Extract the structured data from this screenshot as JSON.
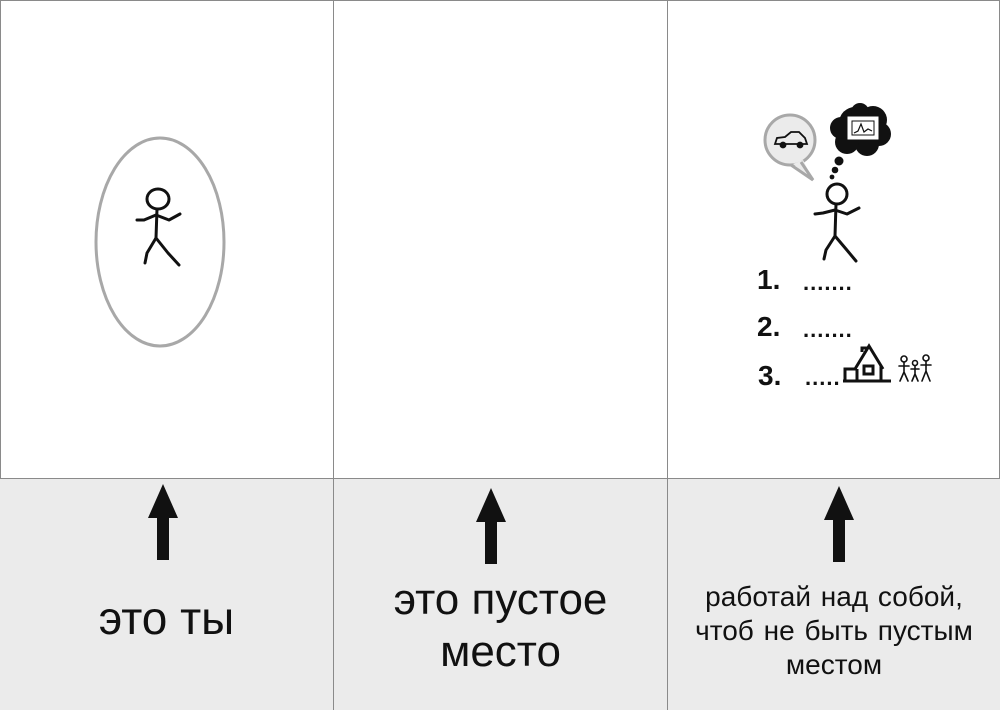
{
  "panels": [
    {
      "caption": "это ты"
    },
    {
      "caption": "это пустое\nместо"
    },
    {
      "caption": "работай  над  собой,\nчтоб не быть пустым\nместом",
      "list": [
        {
          "num": "1.",
          "dots": "......."
        },
        {
          "num": "2.",
          "dots": "......."
        },
        {
          "num": "3.",
          "dots": "....."
        }
      ]
    }
  ],
  "icons": {
    "figure": "stick-figure-icon",
    "car": "car-icon",
    "chart": "chart-icon",
    "house": "house-icon",
    "family": "family-icon",
    "arrow": "up-arrow-icon"
  },
  "colors": {
    "strip": "#ebebeb",
    "border": "#8a8a8a",
    "ellipse": "#a8a8a8",
    "ink": "#111111"
  }
}
